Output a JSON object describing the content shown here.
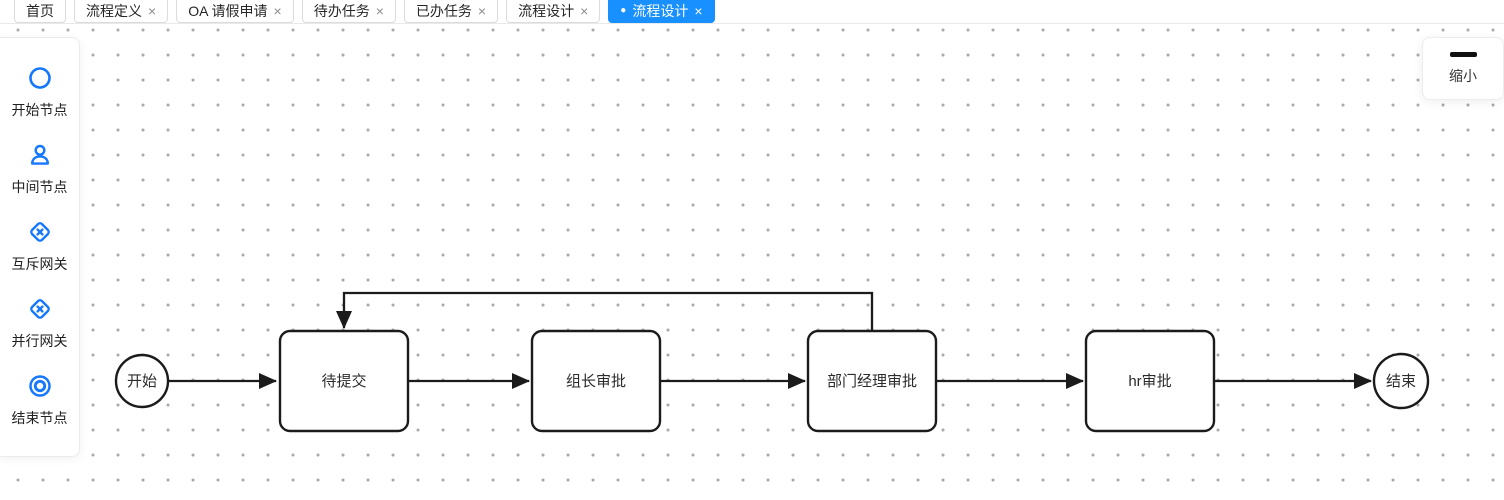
{
  "colors": {
    "accent": "#1890ff",
    "icon_blue": "#1677ff",
    "node_stroke": "#1b1b1b",
    "grid_dot": "#a9a9a9"
  },
  "icons": {
    "close": "×",
    "active_dot": "●"
  },
  "tabs": [
    {
      "label": "首页",
      "closable": false,
      "active": false
    },
    {
      "label": "流程定义",
      "closable": true,
      "active": false
    },
    {
      "label": "OA 请假申请",
      "closable": true,
      "active": false
    },
    {
      "label": "待办任务",
      "closable": true,
      "active": false
    },
    {
      "label": "已办任务",
      "closable": true,
      "active": false
    },
    {
      "label": "流程设计",
      "closable": true,
      "active": false
    },
    {
      "label": "流程设计",
      "closable": true,
      "active": true
    }
  ],
  "palette": {
    "items": [
      {
        "label": "开始节点",
        "icon": "start-circle-icon"
      },
      {
        "label": "中间节点",
        "icon": "user-icon"
      },
      {
        "label": "互斥网关",
        "icon": "exclusive-gateway-icon"
      },
      {
        "label": "并行网关",
        "icon": "parallel-gateway-icon"
      },
      {
        "label": "结束节点",
        "icon": "end-double-circle-icon"
      }
    ]
  },
  "zoom_control": {
    "label": "缩小",
    "icon": "minus-icon"
  },
  "diagram": {
    "nodes": [
      {
        "label": "开始",
        "type": "start-circle"
      },
      {
        "label": "待提交",
        "type": "task"
      },
      {
        "label": "组长审批",
        "type": "task"
      },
      {
        "label": "部门经理审批",
        "type": "task"
      },
      {
        "label": "hr审批",
        "type": "task"
      },
      {
        "label": "结束",
        "type": "end-circle"
      }
    ],
    "edges": [
      {
        "from": "开始",
        "to": "待提交"
      },
      {
        "from": "待提交",
        "to": "组长审批"
      },
      {
        "from": "组长审批",
        "to": "部门经理审批"
      },
      {
        "from": "部门经理审批",
        "to": "hr审批"
      },
      {
        "from": "hr审批",
        "to": "结束"
      },
      {
        "from": "部门经理审批",
        "to": "待提交",
        "kind": "loop-back"
      }
    ]
  }
}
